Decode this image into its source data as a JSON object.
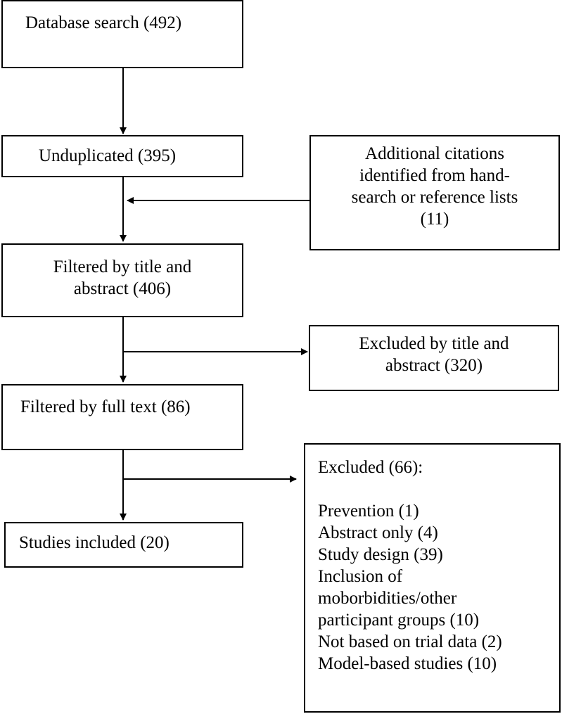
{
  "boxes": {
    "database_search": "Database search (492)",
    "unduplicated": "Unduplicated (395)",
    "additional": {
      "line1": "Additional citations",
      "line2": "identified from hand-",
      "line3": "search or reference lists",
      "line4": "(11)"
    },
    "filtered_title": {
      "line1": "Filtered by title and",
      "line2": "abstract (406)"
    },
    "excluded_title": {
      "line1": "Excluded by title and",
      "line2": "abstract (320)"
    },
    "filtered_full": "Filtered by full text (86)",
    "studies_included": "Studies included (20)",
    "excluded_full": {
      "heading": "Excluded (66):",
      "reasons": [
        "Prevention (1)",
        "Abstract only (4)",
        "Study design (39)",
        "Inclusion of",
        "moborbidities/other",
        "participant groups (10)",
        "Not based on trial data (2)",
        "Model-based studies (10)"
      ]
    }
  }
}
